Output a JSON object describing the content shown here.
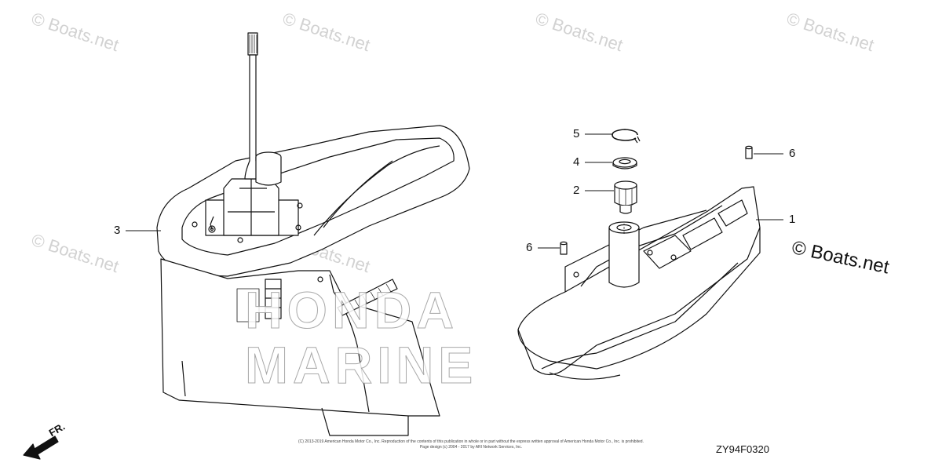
{
  "watermarks": {
    "boats_text": "© Boats.net",
    "brand_line1": "HONDA",
    "brand_line2": "MARINE"
  },
  "callouts": {
    "c1": "1",
    "c2": "2",
    "c3": "3",
    "c4": "4",
    "c5": "5",
    "c6a": "6",
    "c6b": "6"
  },
  "footer": {
    "copyright": "(C) 2013-2019 American Honda Motor Co., Inc. Reproduction of the contents of this publication in whole or in part without the express written approval of American Honda Motor Co., Inc. is prohibited.",
    "design_line": "Page design (c) 2004 - 2017 by ARI Network Services, Inc.",
    "diagram_code": "ZY94F0320",
    "direction_label": "FR."
  },
  "brand_watermark": "© Boats.net",
  "colors": {
    "line": "#111111",
    "watermark": "#d2d2d2"
  }
}
